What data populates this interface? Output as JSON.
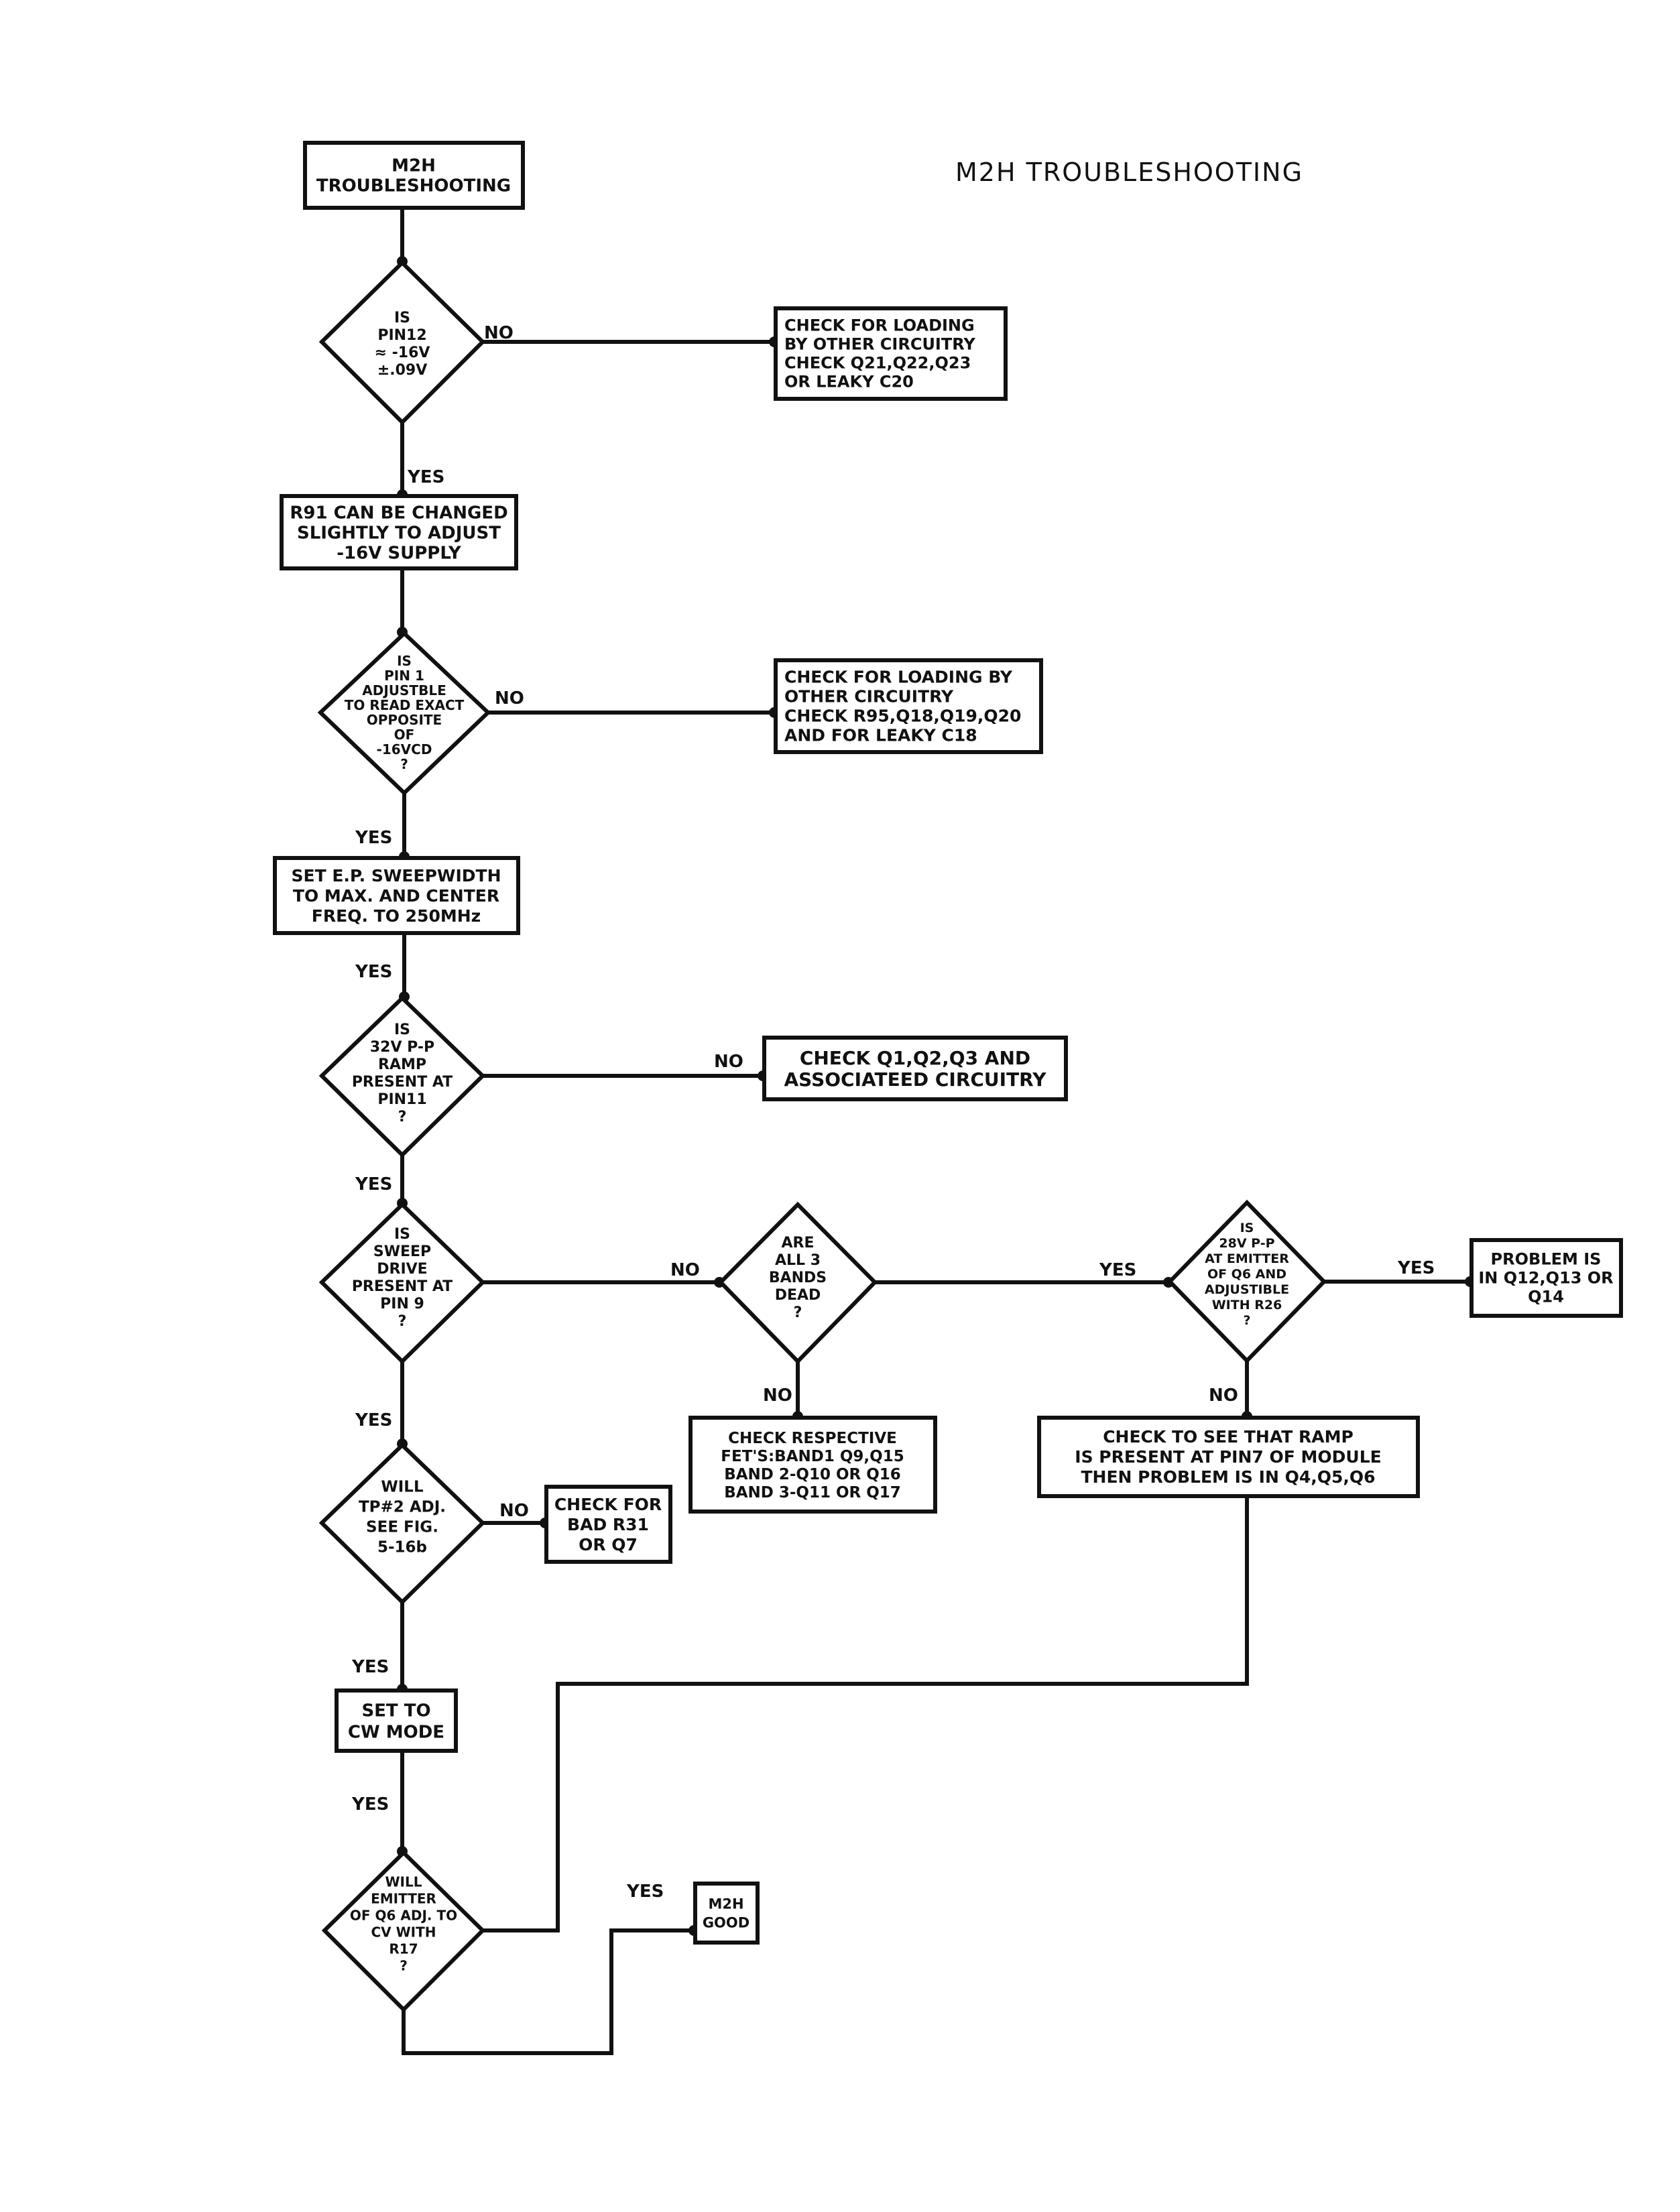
{
  "page_title": "M2H TROUBLESHOOTING",
  "colors": {
    "ink": "#111111",
    "paper": "#ffffff"
  },
  "nodes": {
    "start": {
      "lines": [
        "M2H",
        "TROUBLESHOOTING"
      ]
    },
    "d1": {
      "lines": [
        "IS",
        "PIN12",
        "≈ -16V",
        "±.09V"
      ]
    },
    "b_loading1": {
      "lines": [
        "CHECK FOR LOADING",
        "BY OTHER CIRCUITRY",
        "CHECK Q21,Q22,Q23",
        "OR LEAKY C20"
      ]
    },
    "b_r91": {
      "lines": [
        "R91 CAN BE CHANGED",
        "SLIGHTLY TO ADJUST",
        "-16V SUPPLY"
      ]
    },
    "d2": {
      "lines": [
        "IS",
        "PIN 1",
        "ADJUSTBLE",
        "TO READ EXACT",
        "OPPOSITE",
        "OF",
        "-16VCD",
        "?"
      ]
    },
    "b_loading2": {
      "lines": [
        "CHECK FOR LOADING BY",
        "OTHER CIRCUITRY",
        "CHECK R95,Q18,Q19,Q20",
        "AND FOR LEAKY C18"
      ]
    },
    "b_setep": {
      "lines": [
        "SET E.P. SWEEPWIDTH",
        "TO MAX. AND CENTER",
        "FREQ. TO 250MHz"
      ]
    },
    "d3": {
      "lines": [
        "IS",
        "32V P-P",
        "RAMP",
        "PRESENT AT",
        "PIN11",
        "?"
      ]
    },
    "b_q123": {
      "lines": [
        "CHECK Q1,Q2,Q3 AND",
        "ASSOCIATEED CIRCUITRY"
      ]
    },
    "d4": {
      "lines": [
        "IS",
        "SWEEP",
        "DRIVE",
        "PRESENT AT",
        "PIN 9",
        "?"
      ]
    },
    "d5": {
      "lines": [
        "ARE",
        "ALL 3",
        "BANDS",
        "DEAD",
        "?"
      ]
    },
    "d6": {
      "lines": [
        "IS",
        "28V P-P",
        "AT EMITTER",
        "OF Q6 AND",
        "ADJUSTIBLE",
        "WITH R26",
        "?"
      ]
    },
    "b_problem": {
      "lines": [
        "PROBLEM IS",
        "IN Q12,Q13 OR",
        "Q14"
      ]
    },
    "b_fets": {
      "lines": [
        "CHECK RESPECTIVE",
        "FET'S:BAND1 Q9,Q15",
        "BAND 2-Q10 OR Q16",
        "BAND 3-Q11 OR Q17"
      ]
    },
    "b_ramp": {
      "lines": [
        "CHECK TO SEE THAT RAMP",
        "IS PRESENT AT PIN7 OF MODULE",
        "THEN PROBLEM IS IN Q4,Q5,Q6"
      ]
    },
    "d7": {
      "lines": [
        "WILL",
        "TP#2 ADJ.",
        "SEE FIG.",
        "5-16b"
      ]
    },
    "b_r31": {
      "lines": [
        "CHECK FOR",
        "BAD R31",
        "OR Q7"
      ]
    },
    "b_cw": {
      "lines": [
        "SET TO",
        "CW MODE"
      ]
    },
    "d8": {
      "lines": [
        "WILL",
        "EMITTER",
        "OF Q6 ADJ. TO",
        "CV WITH",
        "R17",
        "?"
      ]
    },
    "b_good": {
      "lines": [
        "M2H",
        "GOOD"
      ]
    }
  },
  "edge_labels": {
    "d1_no": "NO",
    "d1_yes": "YES",
    "d2_no": "NO",
    "d2_yes": "YES",
    "setep_yes": "YES",
    "d3_no": "NO",
    "d3_yes": "YES",
    "d4_no": "NO",
    "d5_yes": "YES",
    "d5_no": "NO",
    "d6_yes": "YES",
    "d6_no": "NO",
    "d4_yes": "YES",
    "d7_no": "NO",
    "d7_yes": "YES",
    "cw_yes": "YES",
    "d8_yes": "YES"
  }
}
